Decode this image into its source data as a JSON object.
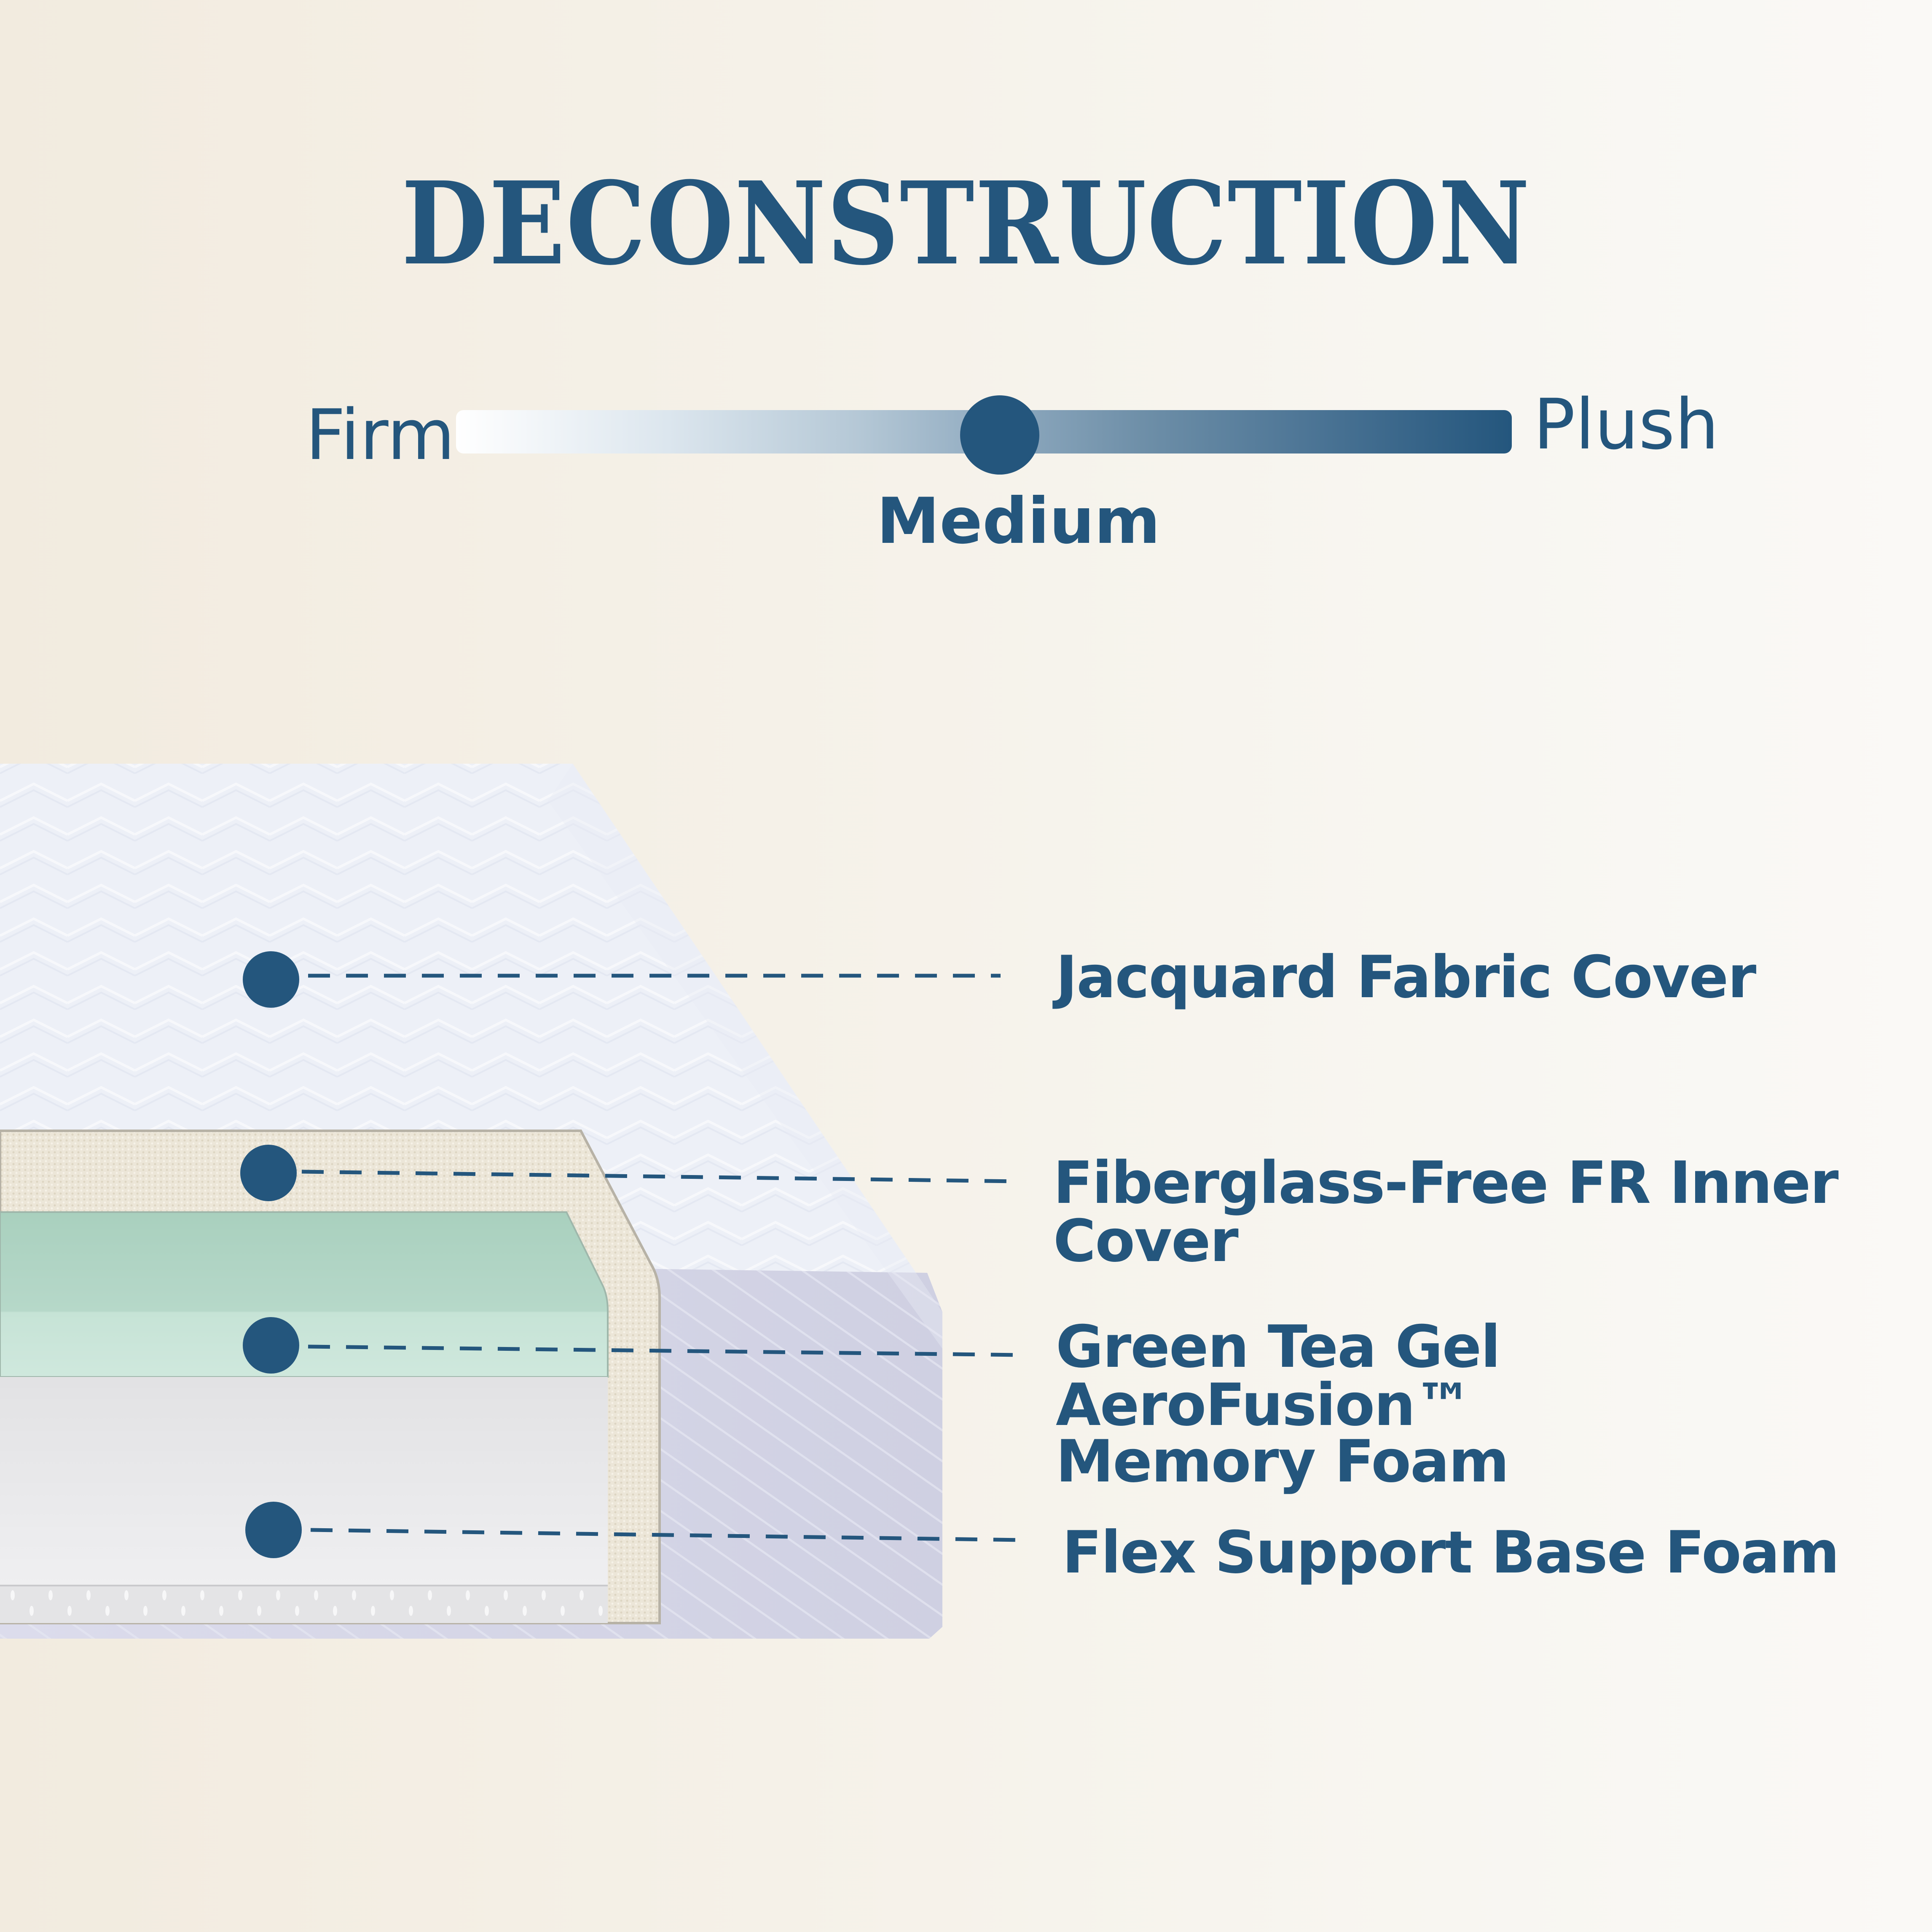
{
  "title": "DECONSTRUCTION",
  "firmness_scale": {
    "min_label": "Firm",
    "max_label": "Plush",
    "selected_label": "Medium",
    "position_fraction": 0.515,
    "gradient_start_color": "#ffffff",
    "gradient_end_color": "#24567d",
    "knob_color": "#24567d"
  },
  "accent_color": "#24567d",
  "layers": [
    {
      "name": "Jacquard Fabric Cover",
      "line1": "Jacquard Fabric Cover",
      "line2": "",
      "marker_icon": "dot-marker"
    },
    {
      "name": "Fiberglass-Free FR Inner Cover",
      "line1": "Fiberglass-Free FR Inner Cover",
      "line2": "",
      "marker_icon": "dot-marker"
    },
    {
      "name": "Green Tea Gel AeroFusion™ Memory Foam",
      "line1": "Green Tea Gel AeroFusion™",
      "line2": "Memory Foam",
      "marker_icon": "dot-marker"
    },
    {
      "name": "Flex Support Base Foam",
      "line1": "Flex Support Base Foam",
      "line2": "",
      "marker_icon": "dot-marker"
    }
  ],
  "layer_colors": {
    "cover": "#eceff6",
    "cover_side": "#d4d5e6",
    "inner_cover": "#ebe5d6",
    "memory_foam_top": "#b2d5c5",
    "memory_foam_bottom": "#c9e5d9",
    "base_foam": "#ebebed"
  }
}
